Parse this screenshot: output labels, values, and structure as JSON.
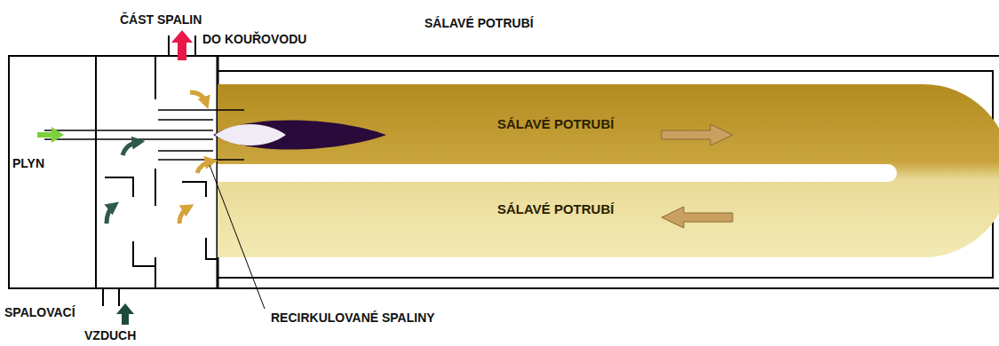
{
  "diagram": {
    "title": "SÁLAVÉ POTRUBÍ",
    "nodes": [
      {
        "text": [
          "SÁLAVÉ POTRUBÍ"
        ]
      },
      {
        "text": [
          "SÁLAVÉ POTRUBÍ"
        ]
      }
    ],
    "labels": [
      "ČÁST SPALIN",
      "DO KOUŘOVODU",
      "PLYN",
      "SPALOVACÍ",
      "VZDUCH",
      "RECIRKULOVANÉ SPALINY"
    ]
  }
}
